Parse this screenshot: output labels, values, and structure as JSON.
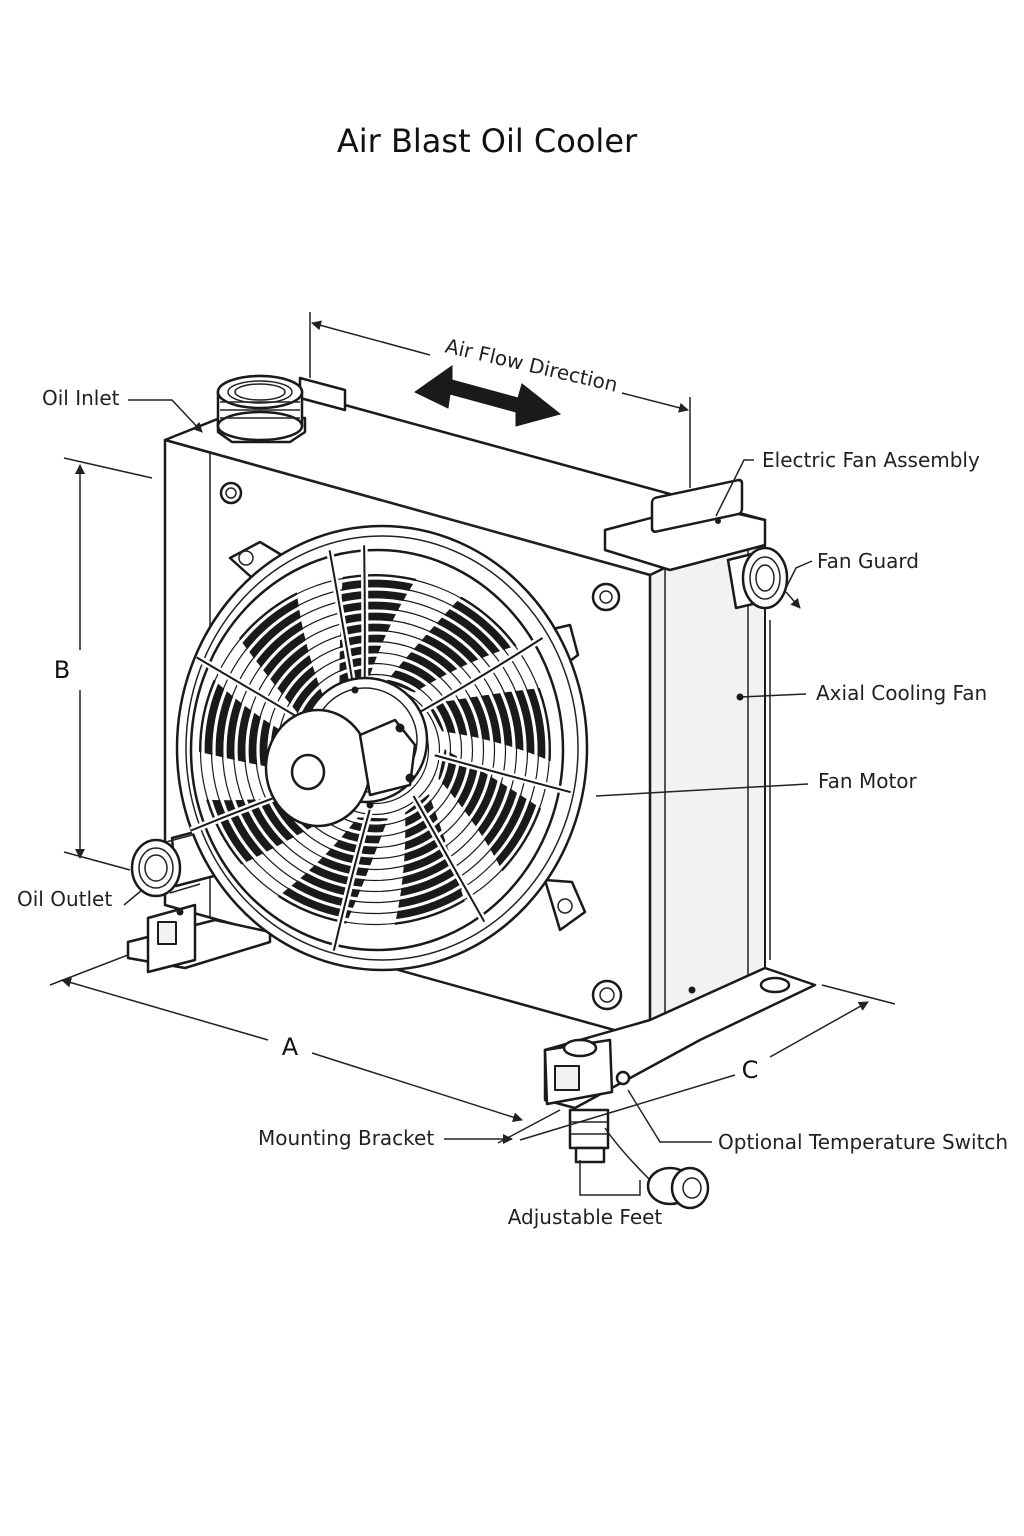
{
  "title": "Air Blast Oil Cooler",
  "labels": {
    "oil_inlet": "Oil Inlet",
    "air_flow_direction": "Air Flow Direction",
    "electric_fan_assembly": "Electric Fan Assembly",
    "fan_guard": "Fan Guard",
    "axial_cooling_fan": "Axial Cooling Fan",
    "fan_motor": "Fan Motor",
    "oil_outlet": "Oil Outlet",
    "mounting_bracket": "Mounting Bracket",
    "optional_temperature_switch": "Optional Temperature Switch",
    "adjustable_feet": "Adjustable Feet"
  },
  "dimensions": {
    "a": "A",
    "b": "B",
    "c": "C"
  },
  "colors": {
    "line": "#1a1a1a",
    "background": "#ffffff"
  }
}
